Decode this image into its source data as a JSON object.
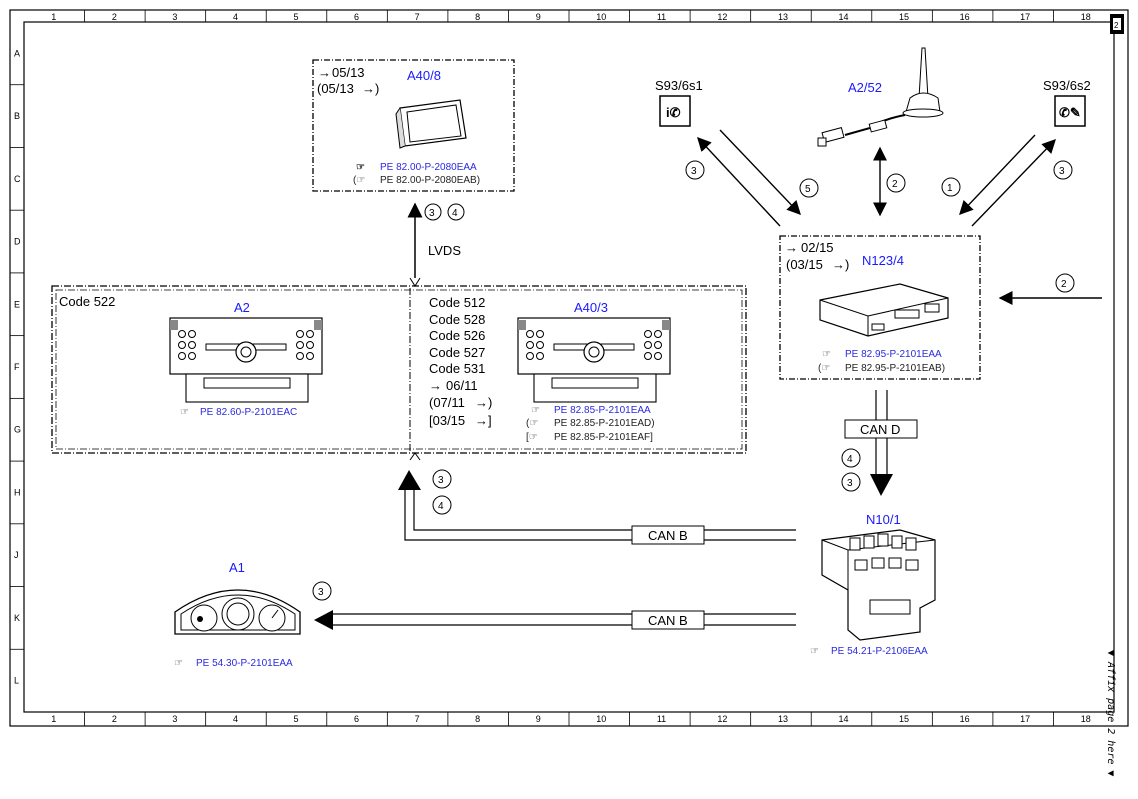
{
  "grid": {
    "columns": [
      "1",
      "2",
      "3",
      "4",
      "5",
      "6",
      "7",
      "8",
      "9",
      "10",
      "11",
      "12",
      "13",
      "14",
      "15",
      "16",
      "17",
      "18"
    ],
    "rows": [
      "A",
      "B",
      "C",
      "D",
      "E",
      "F",
      "G",
      "H",
      "J",
      "K",
      "L"
    ]
  },
  "components": {
    "a40_8": {
      "id": "A40/8",
      "date1": "05/13",
      "date2": "(05/13",
      "ref1": "PE 82.00-P-2080EAA",
      "ref2": "PE 82.00-P-2080EAB)"
    },
    "a2": {
      "id": "A2",
      "code": "Code 522",
      "ref": "PE 82.60-P-2101EAC"
    },
    "a40_3": {
      "id": "A40/3",
      "codes": [
        "Code 512",
        "Code 528",
        "Code 526",
        "Code 527",
        "Code 531"
      ],
      "date1": "06/11",
      "date2": "(07/11",
      "date3": "[03/15",
      "ref1": "PE 82.85-P-2101EAA",
      "ref2": "PE 82.85-P-2101EAD)",
      "ref3": "PE 82.85-P-2101EAF]"
    },
    "n123_4": {
      "id": "N123/4",
      "date1": "02/15",
      "date2": "(03/15",
      "ref1": "PE 82.95-P-2101EAA",
      "ref2": "PE 82.95-P-2101EAB)"
    },
    "s93_6s1": {
      "id": "S93/6s1"
    },
    "a2_52": {
      "id": "A2/52"
    },
    "s93_6s2": {
      "id": "S93/6s2"
    },
    "n10_1": {
      "id": "N10/1",
      "ref": "PE 54.21-P-2106EAA"
    },
    "a1": {
      "id": "A1",
      "ref": "PE 54.30-P-2101EAA"
    }
  },
  "connections": {
    "lvds": "LVDS",
    "can_d": "CAN D",
    "can_b_upper": "CAN B",
    "can_b_lower": "CAN B"
  },
  "markers": {
    "m3": "3",
    "m4": "4",
    "m5": "5",
    "m2": "2",
    "m1": "1"
  },
  "side_note": "▼ Affix page 2 here ▼",
  "corner_page": "2"
}
